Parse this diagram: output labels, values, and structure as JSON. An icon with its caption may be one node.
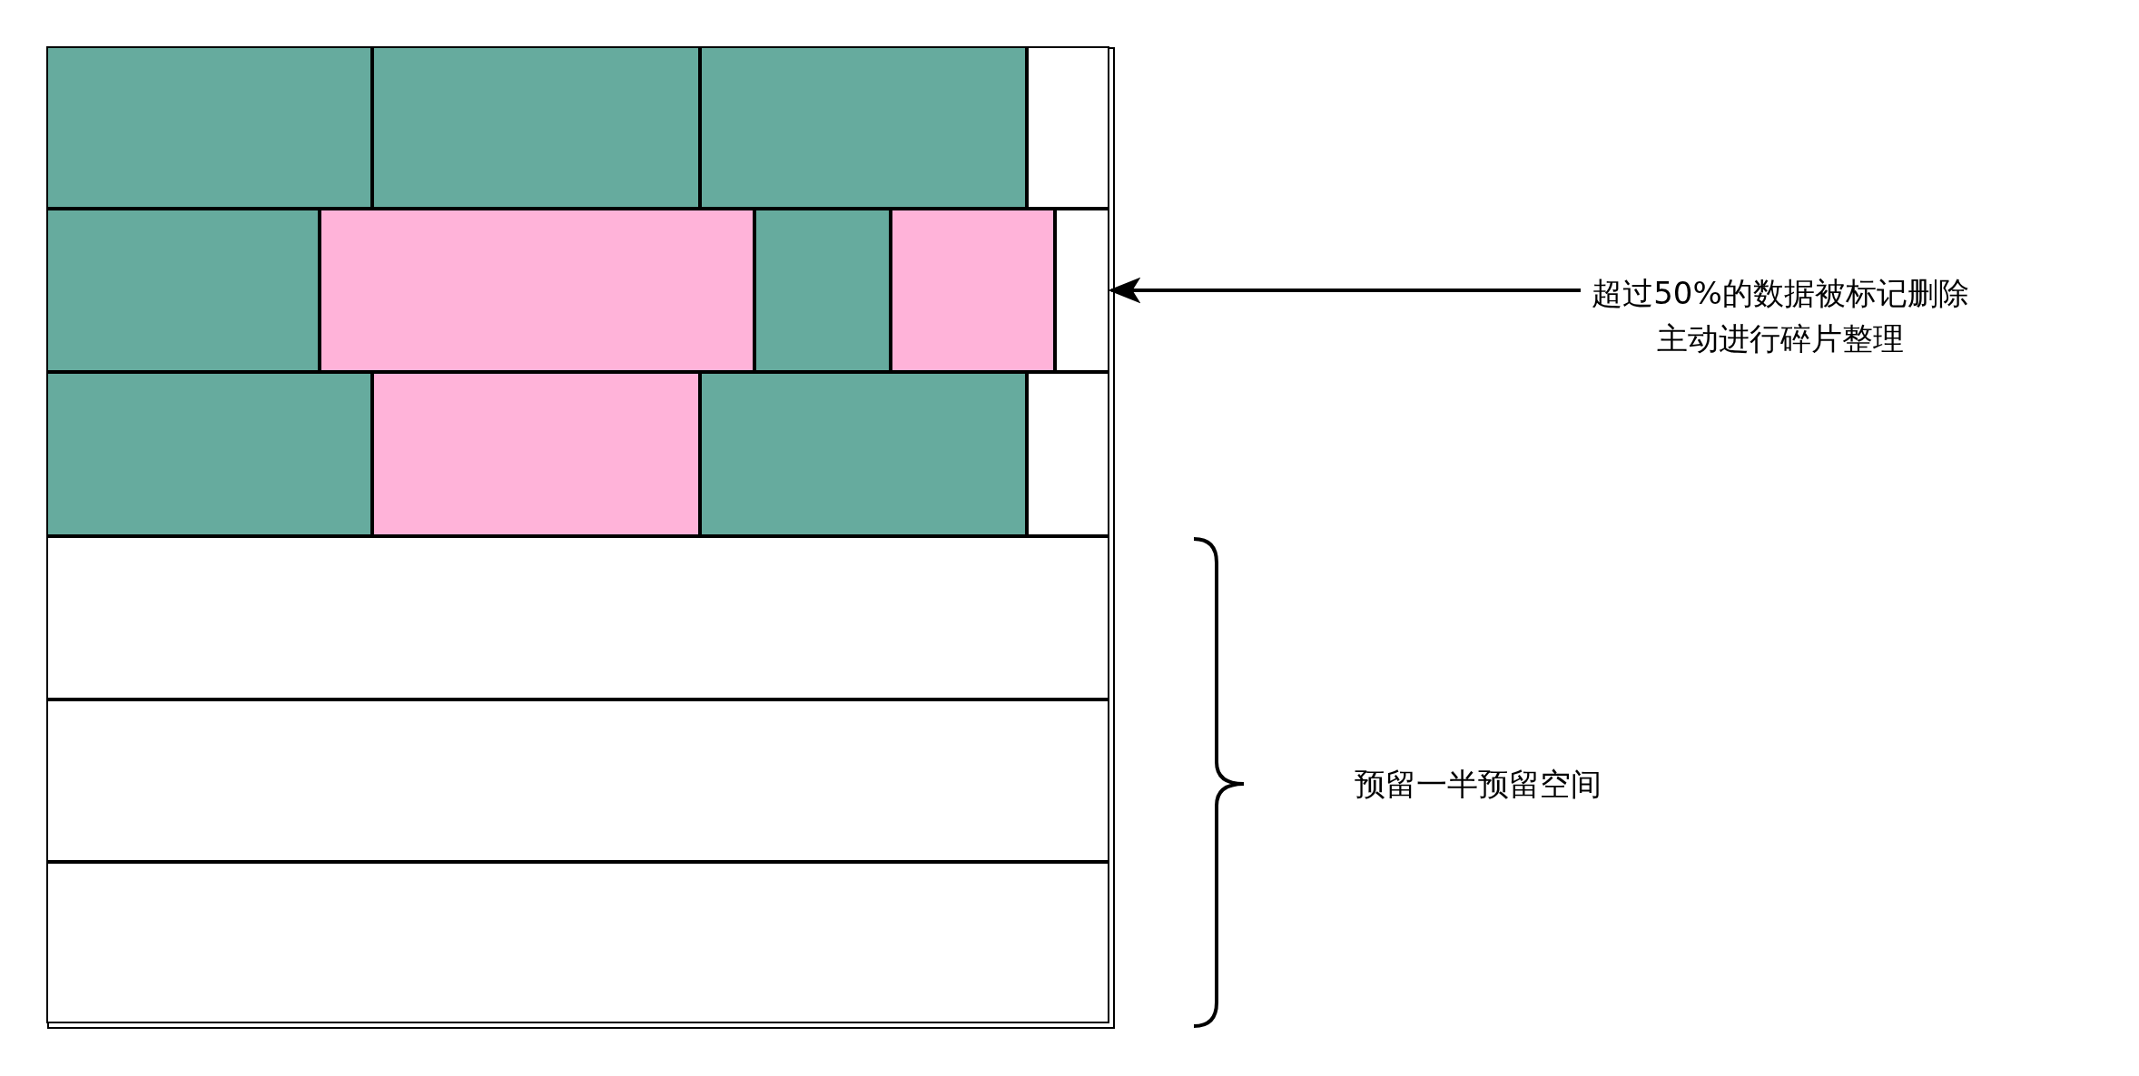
{
  "diagram": {
    "nodes": [
      {
        "text": [],
        "shape": "box"
      },
      {
        "text": [],
        "shape": "box",
        "in": 0
      },
      {
        "text": [],
        "shape": "box",
        "in": 0
      },
      {
        "text": [],
        "shape": "box",
        "in": 0
      },
      {
        "text": [],
        "shape": "box",
        "in": 0
      },
      {
        "text": [],
        "shape": "box",
        "in": 0
      },
      {
        "text": [],
        "shape": "box",
        "in": 0
      },
      {
        "text": [],
        "shape": "box",
        "in": 0
      },
      {
        "text": [],
        "shape": "box",
        "in": 0
      },
      {
        "text": [],
        "shape": "box",
        "in": 0
      },
      {
        "text": [],
        "shape": "box",
        "in": 0
      },
      {
        "text": [],
        "shape": "box",
        "in": 0
      },
      {
        "text": [],
        "shape": "box",
        "in": 0
      },
      {
        "text": [],
        "shape": "box",
        "in": 0
      },
      {
        "text": [],
        "shape": "box",
        "in": 0
      },
      {
        "text": [],
        "shape": "box",
        "in": 0
      },
      {
        "text": [],
        "shape": "box",
        "in": 0
      },
      {
        "text": [
          "超过50%的数据被标记删除主动进行碎片整理"
        ]
      }
    ],
    "edges": [
      {
        "from": 17,
        "to": 9,
        "arrow": "to"
      }
    ],
    "labels": [
      "预留一半预留空间"
    ]
  }
}
